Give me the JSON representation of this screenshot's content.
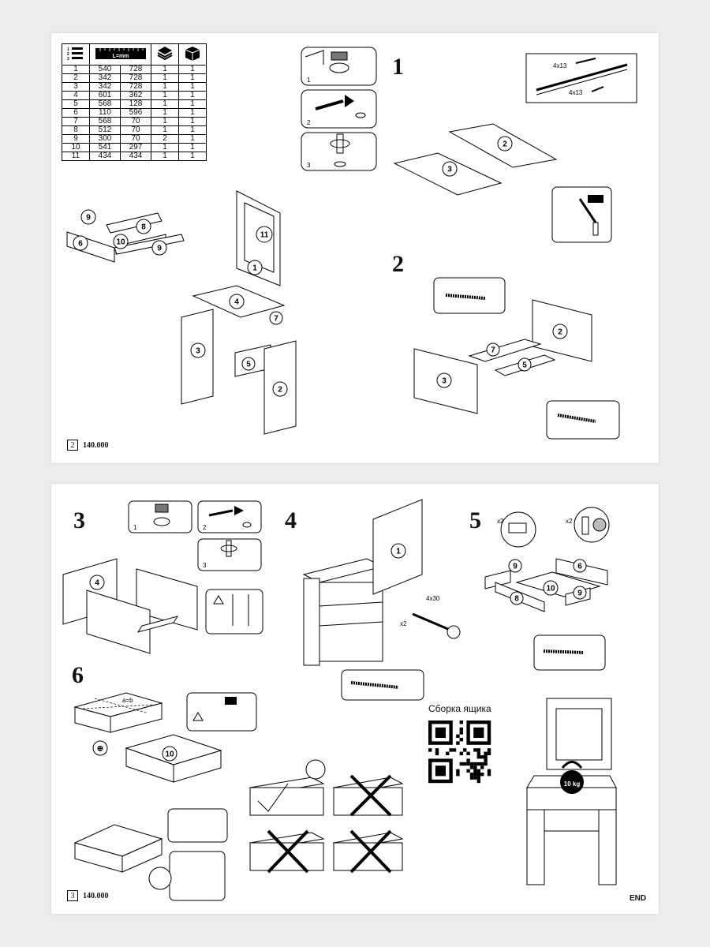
{
  "page1": {
    "page_number": "2",
    "doc_code": "140.000",
    "table": {
      "header_icons": [
        "list-numbered-icon",
        "ruler-icon",
        "layers-icon",
        "package-icon"
      ],
      "ruler_label": "L=mm",
      "rows": [
        [
          "1",
          "540",
          "728",
          "1",
          "1"
        ],
        [
          "2",
          "342",
          "728",
          "1",
          "1"
        ],
        [
          "3",
          "342",
          "728",
          "1",
          "1"
        ],
        [
          "4",
          "601",
          "362",
          "1",
          "1"
        ],
        [
          "5",
          "568",
          "128",
          "1",
          "1"
        ],
        [
          "6",
          "110",
          "596",
          "1",
          "1"
        ],
        [
          "7",
          "568",
          "70",
          "1",
          "1"
        ],
        [
          "8",
          "512",
          "70",
          "1",
          "1"
        ],
        [
          "9",
          "300",
          "70",
          "2",
          "1"
        ],
        [
          "10",
          "541",
          "297",
          "1",
          "1"
        ],
        [
          "11",
          "434",
          "434",
          "1",
          "1"
        ]
      ]
    },
    "steps": [
      "1",
      "2"
    ],
    "cam_steps": [
      "1",
      "2",
      "3"
    ],
    "screw_labels": [
      "4x13",
      "4x13"
    ],
    "part_labels": {
      "drawer": [
        "9",
        "8",
        "6",
        "10",
        "9"
      ],
      "assembly": [
        "11",
        "1",
        "4",
        "7",
        "3",
        "5",
        "2"
      ],
      "step1": [
        "2",
        "3"
      ],
      "step2": [
        "2",
        "7",
        "5",
        "3"
      ]
    }
  },
  "page2": {
    "page_number": "3",
    "doc_code": "140.000",
    "steps": [
      "3",
      "4",
      "5",
      "6"
    ],
    "cam_steps": [
      "1",
      "2",
      "3"
    ],
    "screw_label": "4x30",
    "multiplier": "x2",
    "weight_label": "10 kg",
    "qr_label": "Сборка ящика",
    "end_label": "END",
    "diag_label": "a=b",
    "part_labels": {
      "step3": [
        "4"
      ],
      "step4": [
        "1"
      ],
      "step5": [
        "9",
        "6",
        "10",
        "8",
        "9"
      ],
      "step6": [
        "10"
      ]
    }
  }
}
